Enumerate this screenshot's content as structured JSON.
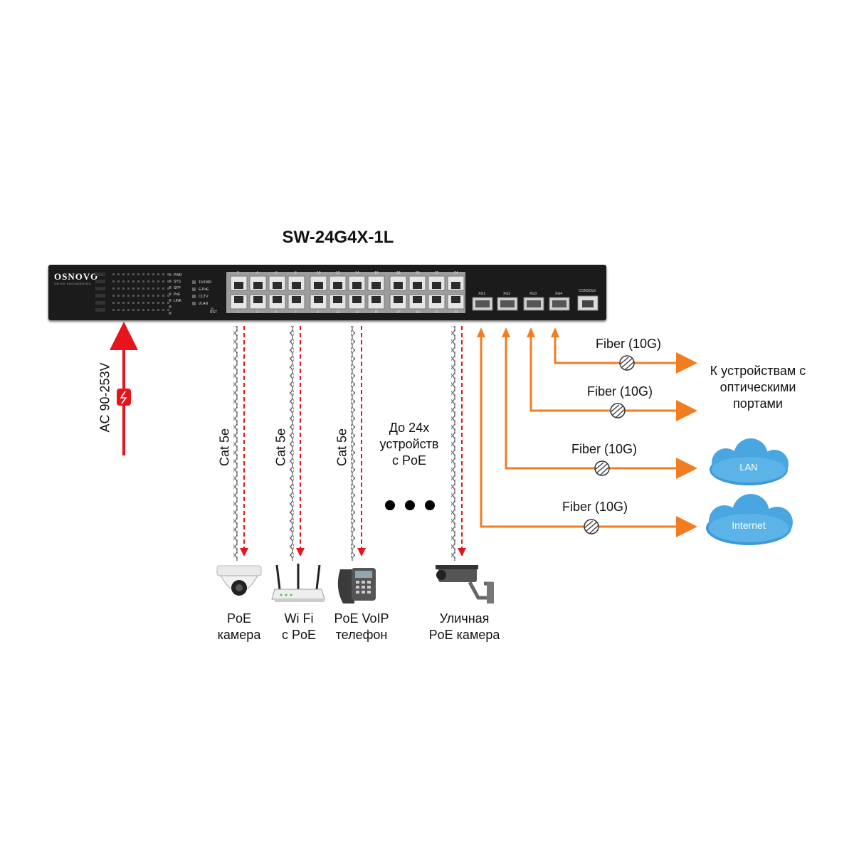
{
  "title": "SW-24G4X-1L",
  "switch": {
    "brand": "OSNOVO",
    "brand_sub": "SWISS ENGINEERING",
    "sfp_ports": [
      "XG1",
      "XG2",
      "XG3",
      "XG4"
    ],
    "console_label": "CONSOLE",
    "rst_label": "RST",
    "status_labels": [
      "PWR",
      "SYS",
      "SFP",
      "PoE",
      "LINK"
    ],
    "mode_labels": [
      "10/1000",
      "E-PoE",
      "CCTV",
      "VLAN"
    ],
    "port_numbers_top": [
      "2",
      "4",
      "6",
      "8",
      "10",
      "12",
      "14",
      "16",
      "18",
      "20",
      "22",
      "24"
    ],
    "port_numbers_bottom": [
      "1",
      "3",
      "5",
      "7",
      "9",
      "11",
      "13",
      "15",
      "17",
      "19",
      "21",
      "23"
    ]
  },
  "power": {
    "label": "AC 90-253V"
  },
  "cables": [
    "Cat 5e",
    "Cat 5e",
    "Cat 5e"
  ],
  "more_devices": "До 24х\nустройств\nс PoE",
  "devices": [
    {
      "label": "PoE\nкамера",
      "icon": "dome-camera-icon"
    },
    {
      "label": "Wi Fi\nс PoE",
      "icon": "wifi-router-icon"
    },
    {
      "label": "PoE VoIP\nтелефон",
      "icon": "voip-phone-icon"
    },
    {
      "label": "Уличная\nPoE камера",
      "icon": "outdoor-camera-icon"
    }
  ],
  "fiber_links": [
    {
      "label": "Fiber (10G)"
    },
    {
      "label": "Fiber (10G)"
    },
    {
      "label": "Fiber (10G)"
    },
    {
      "label": "Fiber (10G)"
    }
  ],
  "optical_target": "К устройствам с\nоптическими\nпортами",
  "clouds": [
    "LAN",
    "Internet"
  ],
  "colors": {
    "fiber": "#f47c20",
    "power": "#e8141c",
    "poe_arrow": "#e8141c",
    "switch_body": "#1b1b1b"
  }
}
